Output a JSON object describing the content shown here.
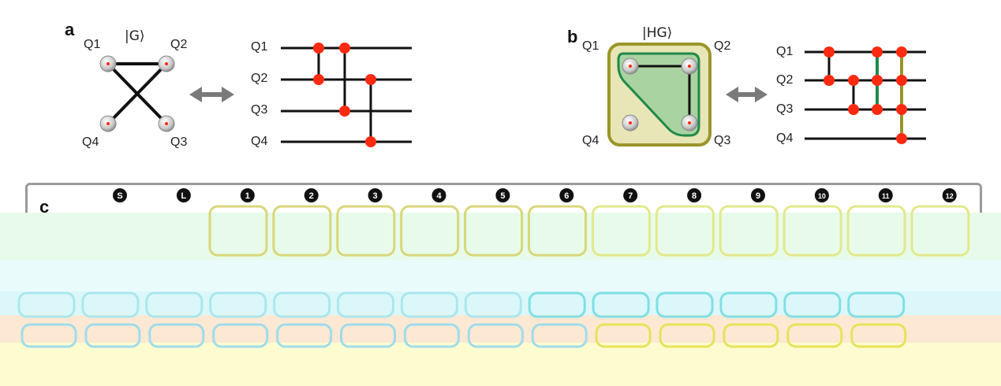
{
  "panel_a": {
    "letter": "a",
    "state": "|G⟩",
    "qubits": [
      "Q1",
      "Q2",
      "Q4",
      "Q3"
    ],
    "circuit_labels": [
      "Q1",
      "Q2",
      "Q3",
      "Q4"
    ]
  },
  "panel_b": {
    "letter": "b",
    "state": "|HG⟩",
    "qubits": [
      "Q1",
      "Q2",
      "Q4",
      "Q3"
    ],
    "circuit_labels": [
      "Q1",
      "Q2",
      "Q3",
      "Q4"
    ]
  },
  "panel_c": {
    "letter": "c",
    "step_badges": [
      "S",
      "L",
      "1",
      "2",
      "3",
      "4",
      "5",
      "6",
      "7",
      "8",
      "9",
      "10",
      "11",
      "12"
    ]
  },
  "colors": {
    "qubit_node": "#c8c8c8",
    "gate_dot": "#ff2a10",
    "hyperedge_fill": "#e8e5b6",
    "hyperedge_border": "#9a9628",
    "inner_fill": "#a9d3a0",
    "inner_border": "#1f8a4a",
    "green_wire": "#1f8a4a",
    "olive_wire": "#9a9628",
    "arrow": "#7a7a7a",
    "badge": "#111111"
  }
}
